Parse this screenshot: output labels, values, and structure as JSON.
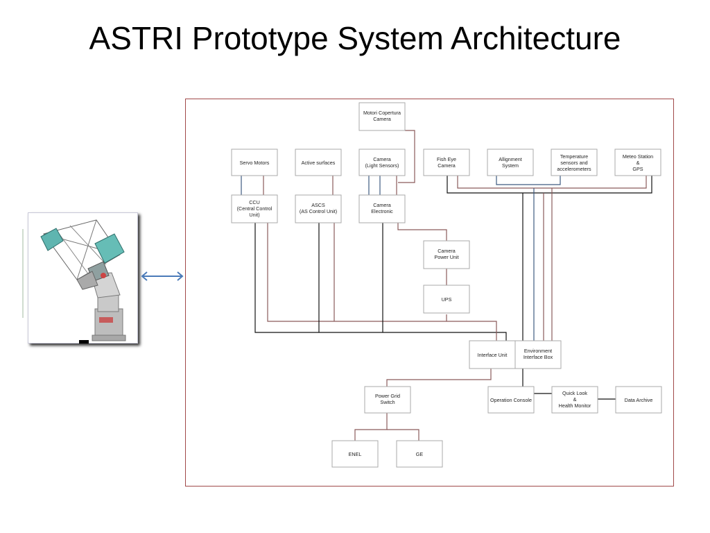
{
  "slide": {
    "title": "ASTRI Prototype System Architecture"
  },
  "diagram": {
    "nodes": [
      {
        "id": "motori",
        "lines": [
          "Motori Copertura",
          "Camera"
        ]
      },
      {
        "id": "servo",
        "lines": [
          "Servo Motors"
        ]
      },
      {
        "id": "active",
        "lines": [
          "Active surfaces"
        ]
      },
      {
        "id": "camera",
        "lines": [
          "Camera",
          "(Light Sensors)"
        ]
      },
      {
        "id": "fisheye",
        "lines": [
          "Fish Eye",
          "Camera"
        ]
      },
      {
        "id": "allign",
        "lines": [
          "Allignment",
          "System"
        ]
      },
      {
        "id": "temp",
        "lines": [
          "Temperature",
          "sensors and",
          "accelerometers"
        ]
      },
      {
        "id": "meteo",
        "lines": [
          "Meteo Station",
          "&",
          "GPS"
        ]
      },
      {
        "id": "ccu",
        "lines": [
          "CCU",
          "(Central Control",
          "Unit)"
        ]
      },
      {
        "id": "ascs",
        "lines": [
          "ASCS",
          "(AS Control Unit)"
        ]
      },
      {
        "id": "camel",
        "lines": [
          "Camera",
          "Electronic"
        ]
      },
      {
        "id": "campow",
        "lines": [
          "Camera",
          "Power Unit"
        ]
      },
      {
        "id": "ups",
        "lines": [
          "UPS"
        ]
      },
      {
        "id": "iface",
        "lines": [
          "Interface Unit"
        ]
      },
      {
        "id": "envbox",
        "lines": [
          "Environment",
          "Interface Box"
        ]
      },
      {
        "id": "pgs",
        "lines": [
          "Power Grid",
          "Switch"
        ]
      },
      {
        "id": "opcons",
        "lines": [
          "Operation Console"
        ]
      },
      {
        "id": "qlook",
        "lines": [
          "Quick Look",
          "&",
          "Health Monitor"
        ]
      },
      {
        "id": "archive",
        "lines": [
          "Data Archive"
        ]
      },
      {
        "id": "enel",
        "lines": [
          "ENEL"
        ]
      },
      {
        "id": "ge",
        "lines": [
          "GE"
        ]
      }
    ]
  }
}
